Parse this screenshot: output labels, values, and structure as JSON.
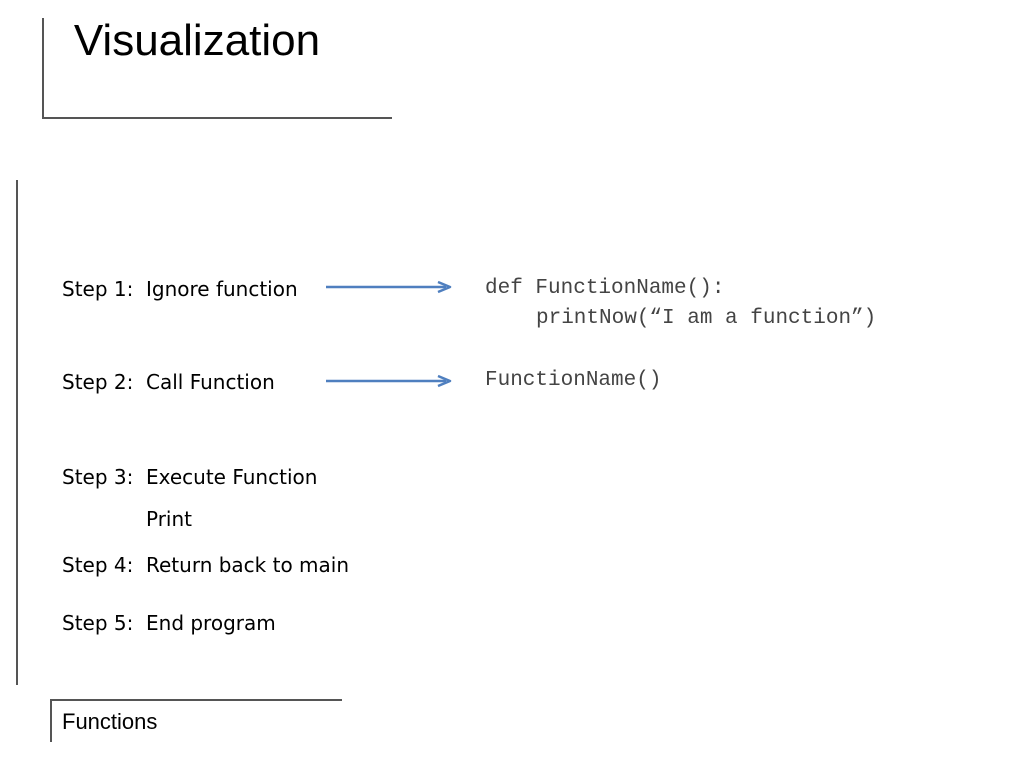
{
  "slide": {
    "title": "Visualization",
    "footer": "Functions",
    "steps": [
      {
        "number": "Step 1:",
        "text": "Ignore function"
      },
      {
        "number": "Step 2:",
        "text": "Call Function"
      },
      {
        "number": "Step 3:",
        "text": "Execute Function"
      },
      {
        "number": "Step 4:",
        "text": "Return back to main"
      },
      {
        "number": "Step 5:",
        "text": "End program"
      }
    ],
    "step3_sub": "Print",
    "code": {
      "def_line": "def FunctionName():",
      "body_line": "printNow(“I am a function”)",
      "call_line": "FunctionName()"
    },
    "colors": {
      "arrow": "#4f7fbf",
      "code_text": "#444444",
      "rules": "#555555"
    }
  }
}
